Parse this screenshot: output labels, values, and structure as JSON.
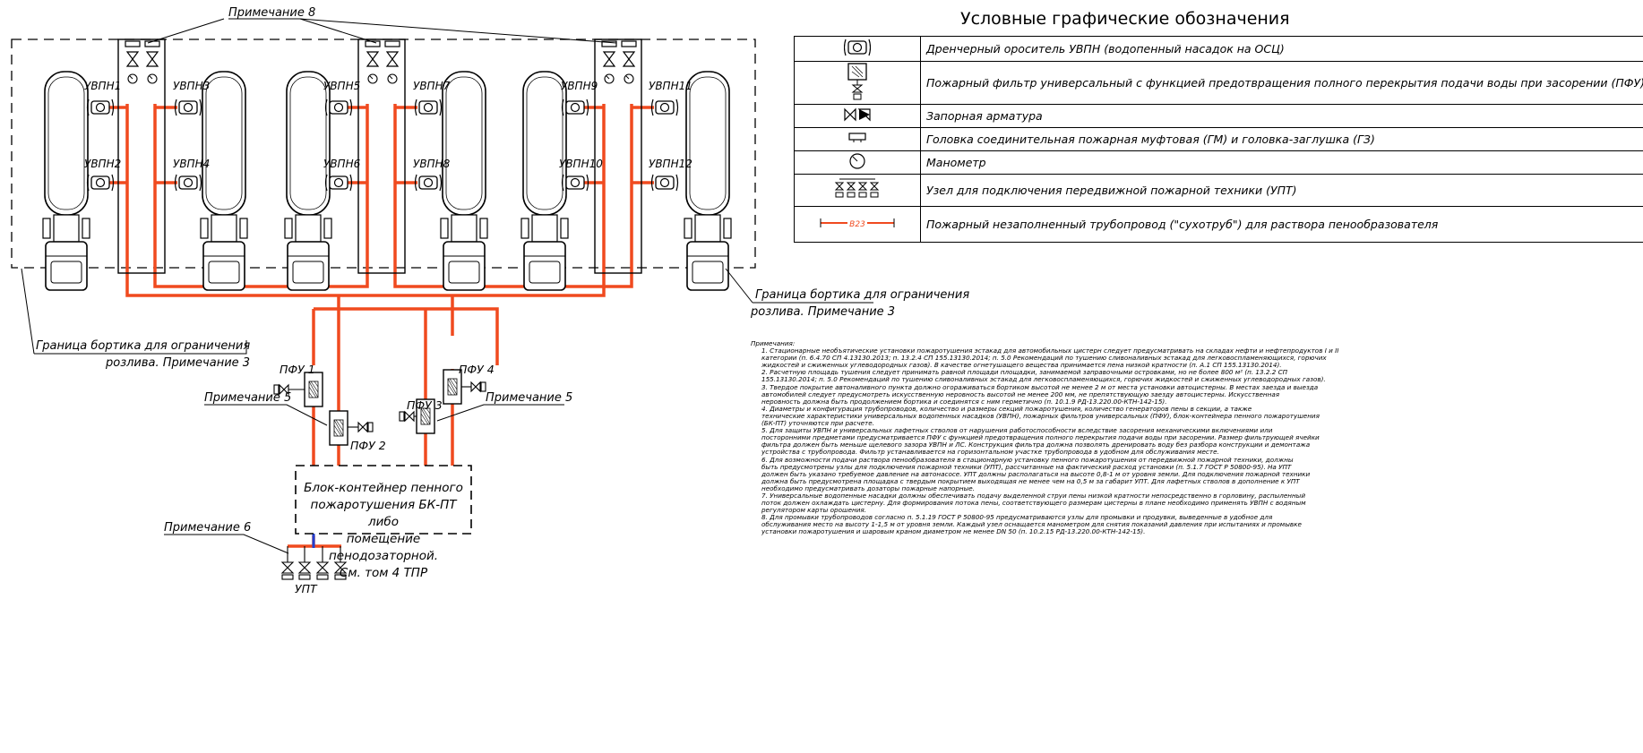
{
  "diagram": {
    "labels": {
      "note8": "Примечание 8",
      "uvpn": [
        "УВПН1",
        "УВПН2",
        "УВПН3",
        "УВПН4",
        "УВПН5",
        "УВПН6",
        "УВПН7",
        "УВПН8",
        "УВПН9",
        "УВПН10",
        "УВПН11",
        "УВПН12"
      ],
      "pfu": [
        "ПФУ 1",
        "ПФУ 2",
        "ПФУ 3",
        "ПФУ 4"
      ],
      "border_right_1": "Граница бортика для ограничения",
      "border_right_2": "розлива. Примечание 3",
      "border_left_1": "Граница бортика для ограничения",
      "border_left_2": "розлива. Примечание 3",
      "note5_left": "Примечание 5",
      "note5_right": "Примечание 5",
      "note6": "Примечание 6",
      "upt": "УПТ",
      "bk_lines": [
        "Блок-контейнер пенного",
        "пожаротушения БК-ПТ либо",
        "помещение пенодозаторной.",
        "См. том 4 ТПР"
      ]
    },
    "pipe_color": "#f04a1f",
    "riser_color": "#1f3fd0"
  },
  "legend": {
    "title": "Условные графические обозначения",
    "rows": [
      {
        "icon": "sprinkler-icon",
        "text": "Дренчерный ороситель УВПН (водопенный насадок на ОСЦ)"
      },
      {
        "icon": "filter-icon",
        "text": "Пожарный фильтр универсальный с функцией предотвращения полного перекрытия подачи воды при засорении (ПФУ)"
      },
      {
        "icon": "valve-icon",
        "text": "Запорная арматура"
      },
      {
        "icon": "coupling-head-icon",
        "text": "Головка соединительная пожарная муфтовая (ГМ) и головка-заглушка (ГЗ)"
      },
      {
        "icon": "manometer-icon",
        "text": "Манометр"
      },
      {
        "icon": "fire-connection-icon",
        "text": "Узел для подключения передвижной пожарной техники (УПТ)"
      },
      {
        "icon": "dry-pipe-icon",
        "text": "Пожарный незаполненный трубопровод (\"сухотруб\") для раствора пенообразователя",
        "pipe_label": "В23"
      }
    ]
  },
  "notes": {
    "heading": "Примечания:",
    "lines": [
      "1. Стационарные необъятические установки пожаротушения эстакад для автомобильных цистерн следует предусматривать на складах нефти и нефтепродуктов I и II",
      "категории (п. 6.4.70 СП 4.13130.2013; п. 13.2.4 СП 155.13130.2014; п. 5.0 Рекомендаций по тушению сливоналивных эстакад для легковоспламеняющихся, горючих",
      "жидкостей и сжиженных углеводородных газов). В качестве огнетушащего вещества принимается пена низкой кратности (п. А.1 СП 155.13130.2014).",
      "2. Расчетную площадь тушения следует принимать равной площади площадки, занимаемой заправочными островками, но не более 800 м² (п. 13.2.2 СП",
      "155.13130.2014; п. 5.0 Рекомендаций по тушению сливоналивных эстакад для легковоспламеняющихся, горючих жидкостей и сжиженных углеводородных газов).",
      "3. Твердое покрытие автоналивного пункта должно огораживаться бортиком высотой не менее 2 м от места установки автоцистерны. В местах заезда и выезда",
      "автомобилей следует предусмотреть искусственную неровность высотой не менее 200 мм, не препятствующую заезду автоцистерны. Искусственная",
      "неровность должна быть продолжением бортика и соединятся с ним герметично (п. 10.1.9 РД-13.220.00-КТН-142-15).",
      "4. Диаметры и конфигурация трубопроводов, количество и размеры секций пожаротушения, количество генераторов пены в секции, а также",
      "технические характеристики универсальных водопенных насадков (УВПН), пожарных фильтров универсальных (ПФУ), блок-контейнера пенного пожаротушения",
      "(БК-ПТ) уточняются при расчете.",
      "5. Для защиты УВПН и универсальных лафетных стволов от нарушения работоспособности вследствие засорения механическими включениями или",
      "посторонними предметами предусматривается ПФУ с функцией предотвращения полного перекрытия подачи воды при засорении. Размер фильтрующей ячейки",
      "фильтра должен быть меньше щелевого зазора УВПН и ЛС. Конструкция фильтра должна позволять дренировать воду без разбора конструкции и демонтажа",
      "устройства с трубопровода. Фильтр устанавливается на горизонтальном участке трубопровода в удобном для обслуживания месте.",
      "6. Для возможности подачи раствора пенообразователя в стационарную установку пенного пожаротушения от передвижной пожарной техники, должны",
      "быть предусмотрены узлы для подключения пожарной техники (УПТ), рассчитанные на фактический расход установки (п. 5.1.7 ГОСТ Р 50800-95). На УПТ",
      "должен быть указано требуемое давление на автонасосе. УПТ должны располагаться на высоте 0,8-1 м от уровня земли. Для подключения пожарной техники",
      "должна быть предусмотрена площадка с твердым покрытием выходящая не менее чем на 0,5 м за габарит УПТ. Для лафетных стволов в дополнение к УПТ",
      "необходимо предусматривать дозаторы пожарные напорные.",
      "7. Универсальные водопенные насадки должны обеспечивать подачу выделенной струи пены низкой кратности непосредственно в горловину, распыленный",
      "поток должен охлаждать цистерну. Для формирования потока пены, соответствующего размерам цистерны в плане необходимо применять УВПН с водяным",
      "регулятором карты орошения.",
      "8. Для промывки трубопроводов согласно п. 5.1.19 ГОСТ Р 50800-95 предусматриваются узлы для промывки и продувки, выведенные в удобное для",
      "обслуживания место на высоту 1-1,5 м от уровня земли. Каждый узел оснащается манометром для снятия показаний давления при испытаниях и промывке",
      "установки пожаротушения и шаровым краном диаметром не менее DN 50 (п. 10.2.15 РД-13.220.00-КТН-142-15)."
    ]
  }
}
